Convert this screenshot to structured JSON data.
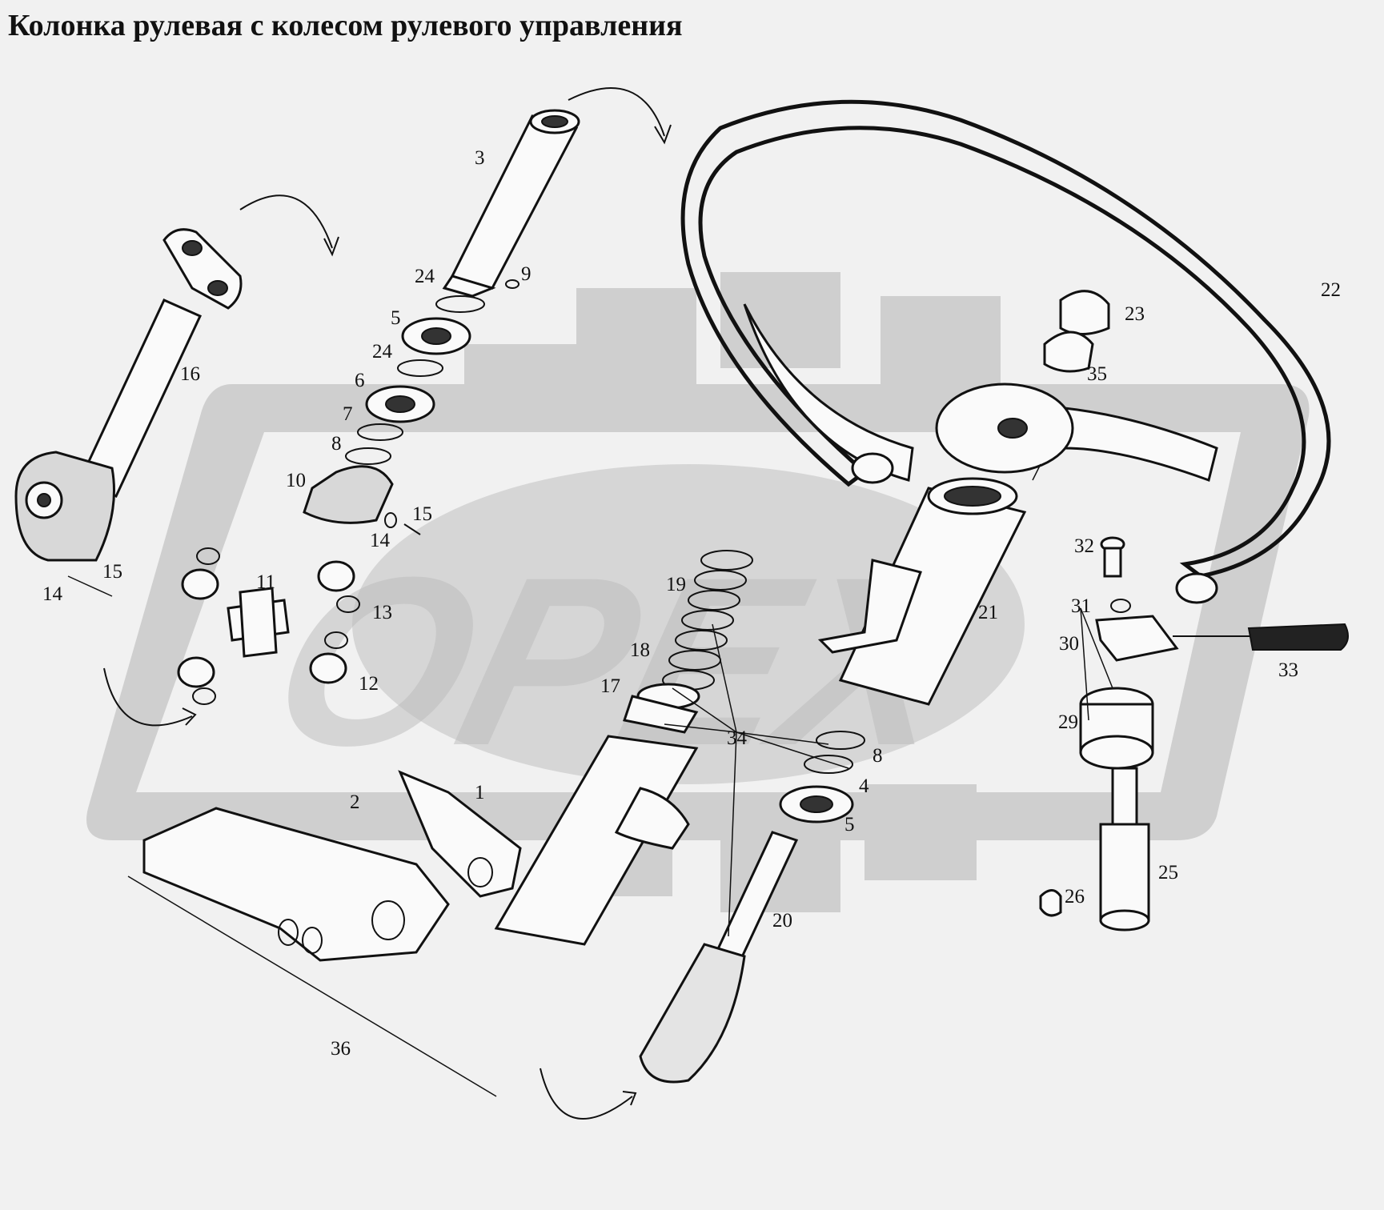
{
  "title": "Колонка рулевая с колесом рулевого управления",
  "watermark": {
    "text": "OPEX",
    "color": "#cdcdcd"
  },
  "colors": {
    "background": "#f1f1f1",
    "line": "#111111",
    "watermark": "#cdcdcd"
  },
  "callouts": [
    "1",
    "2",
    "3",
    "4",
    "5",
    "5",
    "6",
    "7",
    "8",
    "8",
    "9",
    "10",
    "11",
    "12",
    "13",
    "14",
    "14",
    "15",
    "15",
    "16",
    "17",
    "18",
    "19",
    "20",
    "21",
    "22",
    "23",
    "24",
    "24",
    "25",
    "26",
    "29",
    "30",
    "31",
    "32",
    "33",
    "34",
    "35",
    "36"
  ]
}
